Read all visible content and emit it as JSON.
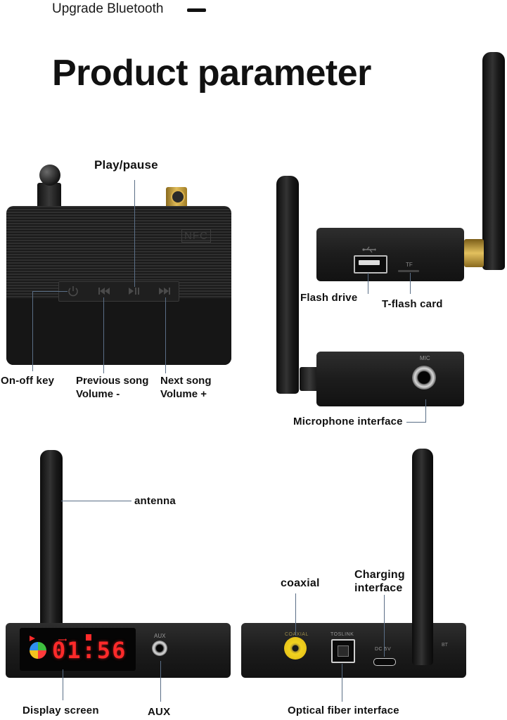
{
  "header": {
    "top_text": "Upgrade Bluetooth",
    "title": "Product parameter"
  },
  "callouts": {
    "play_pause": "Play/pause",
    "on_off": "On-off key",
    "prev_line1": "Previous song",
    "prev_line2": "Volume -",
    "next_line1": "Next song",
    "next_line2": "Volume +",
    "flash_drive": "Flash drive",
    "tf_card": "T-flash card",
    "microphone": "Microphone interface",
    "antenna": "antenna",
    "display_screen": "Display screen",
    "aux": "AUX",
    "coaxial": "coaxial",
    "charging_line1": "Charging",
    "charging_line2": "interface",
    "optical": "Optical fiber interface"
  },
  "device_markings": {
    "nfc": "NFC",
    "tf": "TF",
    "mic": "MIC",
    "aux_port": "AUX",
    "coaxial_port": "COAXIAL",
    "toslink_port": "TOSLINK",
    "dc_port": "DC 5V",
    "bt": "BT",
    "display_time": "01:56"
  },
  "colors": {
    "text": "#111111",
    "leader": "#5a6e86",
    "device": "#1c1c1c",
    "display_red": "#ff2a2a",
    "gold": "#c9a13b",
    "coaxial_yellow": "#f2d21f"
  },
  "icons": [
    "power-icon",
    "previous-track-icon",
    "play-pause-icon",
    "next-track-icon",
    "usb-icon"
  ]
}
